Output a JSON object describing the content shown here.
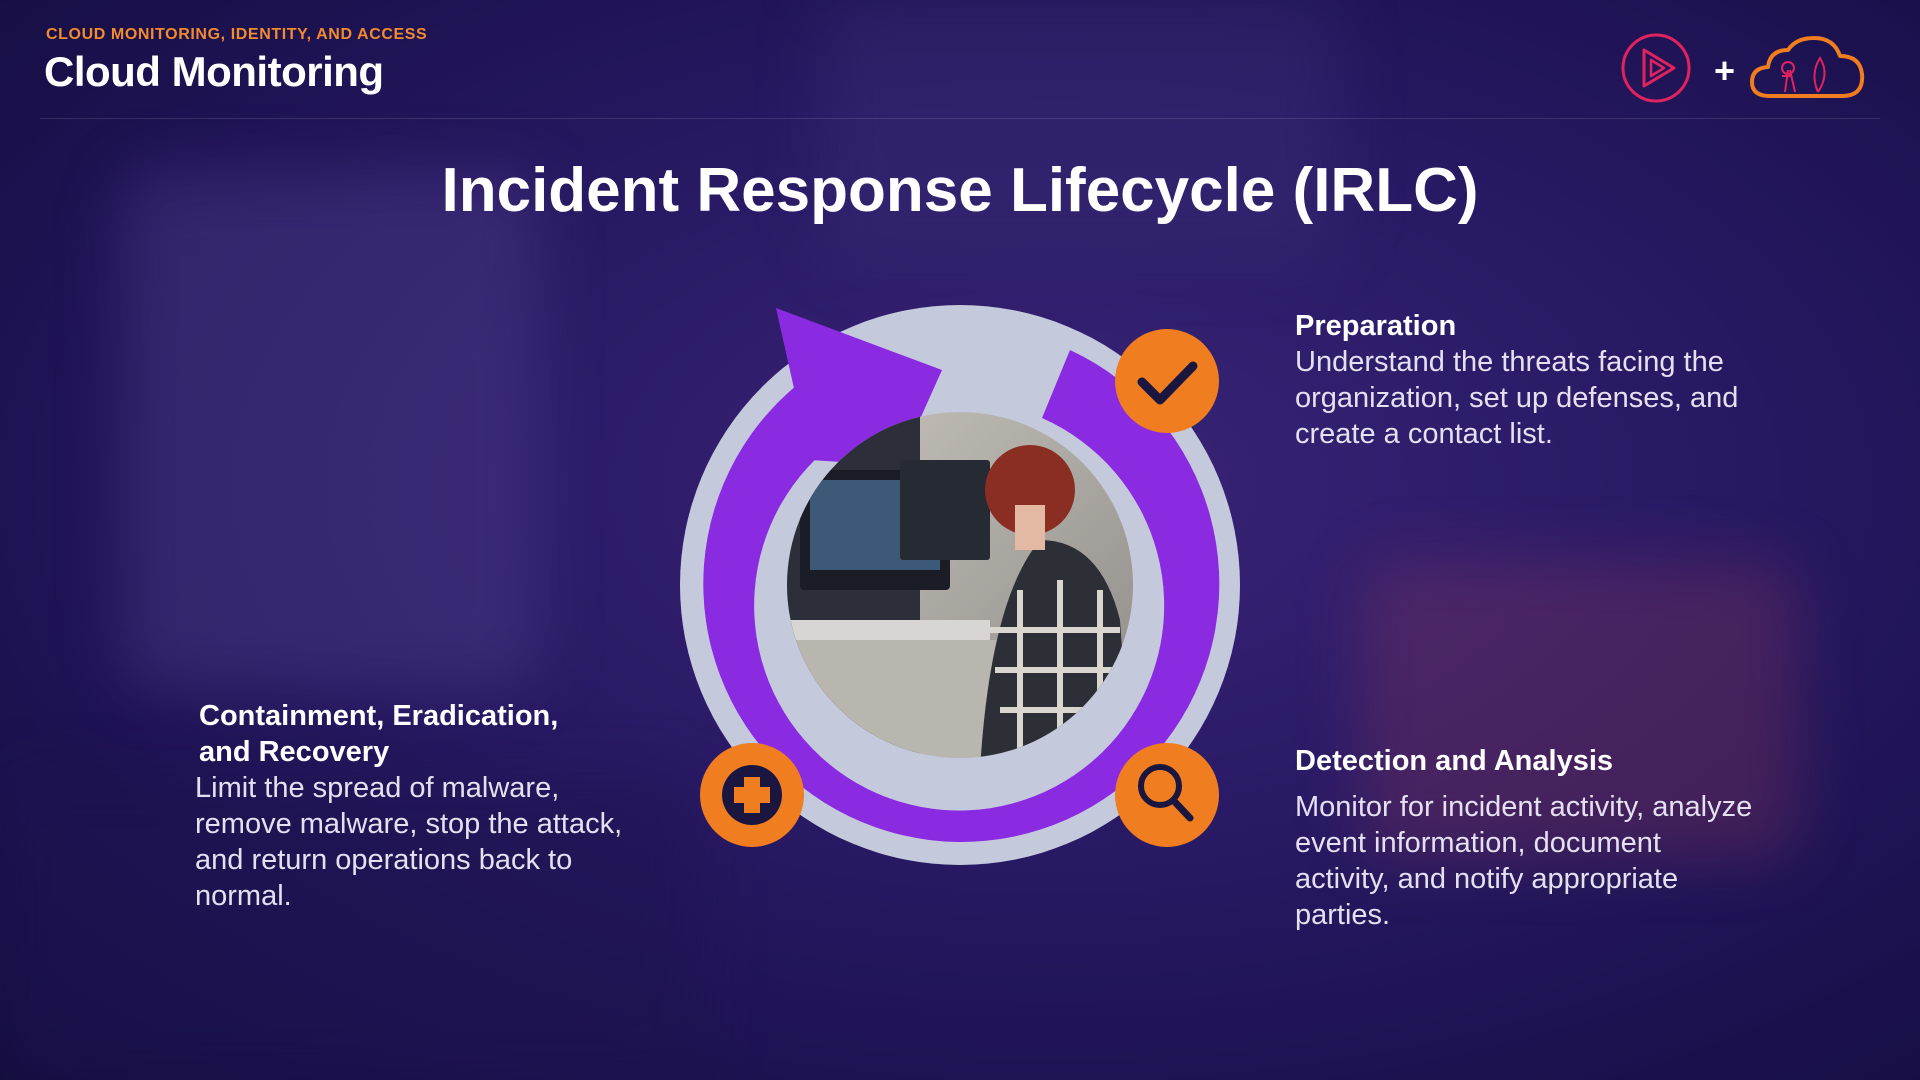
{
  "header": {
    "eyebrow": "CLOUD MONITORING, IDENTITY, AND ACCESS",
    "title": "Cloud Monitoring",
    "plus": "+"
  },
  "slide": {
    "title": "Incident Response Lifecycle (IRLC)"
  },
  "phases": {
    "preparation": {
      "title": "Preparation",
      "description": "Understand the threats facing the organization, set up defenses, and create a contact list.",
      "icon": "checkmark-icon"
    },
    "detection": {
      "title": "Detection and Analysis",
      "description": "Monitor for incident activity, analyze event information, document activity, and notify appropriate parties.",
      "icon": "magnifier-icon"
    },
    "containment": {
      "title": "Containment, Eradication,\nand Recovery",
      "description": "Limit the spread of malware, remove malware, stop the attack, and return operations back to normal.",
      "icon": "plus-circle-icon"
    }
  },
  "colors": {
    "accent_orange": "#f07d1f",
    "cycle_purple": "#8a2be2",
    "ring_gray": "#c5c9dc",
    "background": "#221660",
    "eyebrow_orange": "#f28a2e",
    "play_logo_red": "#e0235e"
  }
}
